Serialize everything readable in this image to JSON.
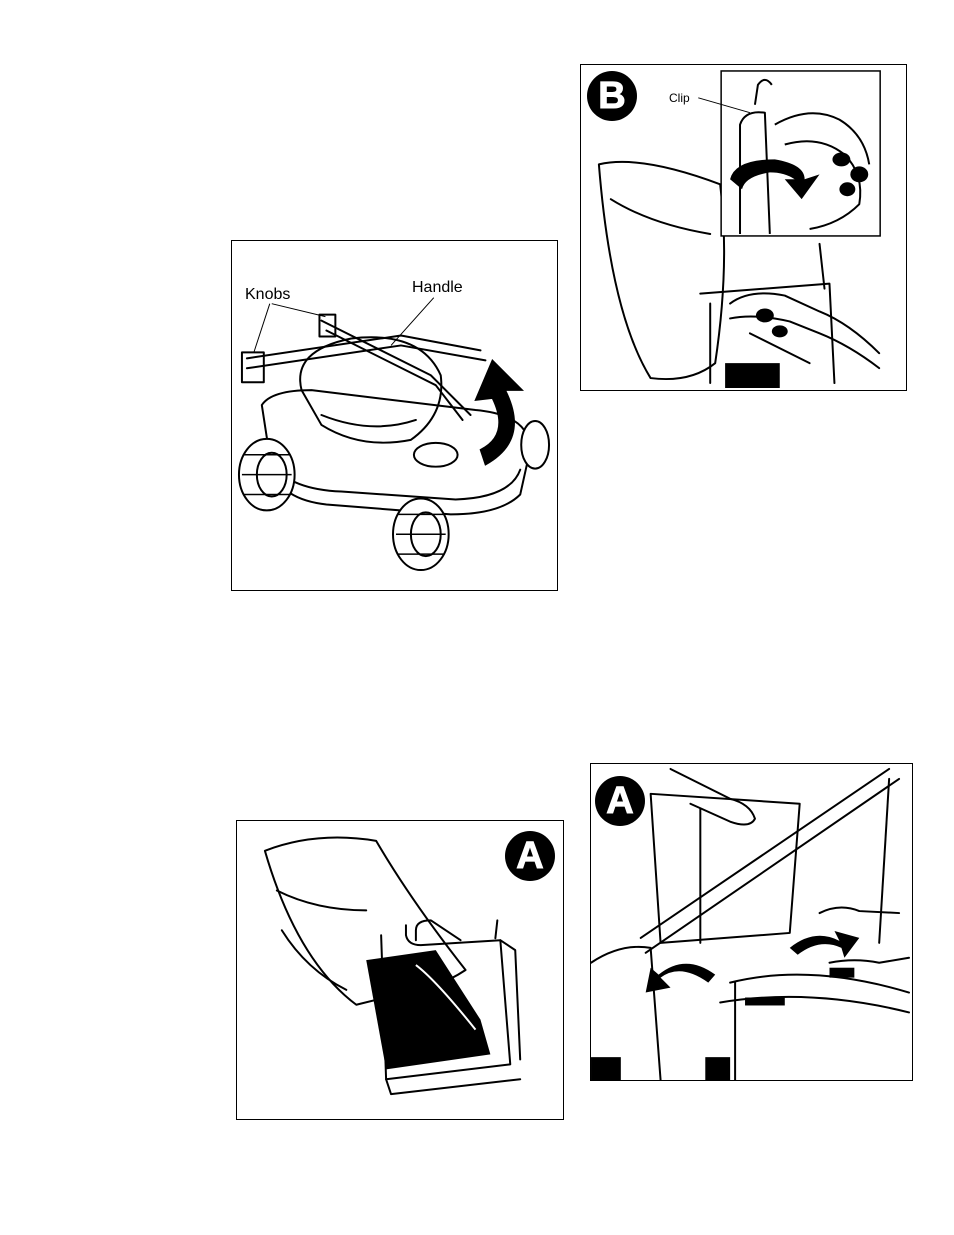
{
  "figures": {
    "mower": {
      "labels": {
        "knobs": "Knobs",
        "handle": "Handle"
      }
    },
    "bag_clip": {
      "badge": "B",
      "labels": {
        "clip": "Clip"
      }
    },
    "bag_frame": {
      "badge": "A"
    },
    "bag_install": {
      "badge": "A"
    }
  },
  "colors": {
    "ink": "#000000",
    "paper": "#ffffff"
  }
}
